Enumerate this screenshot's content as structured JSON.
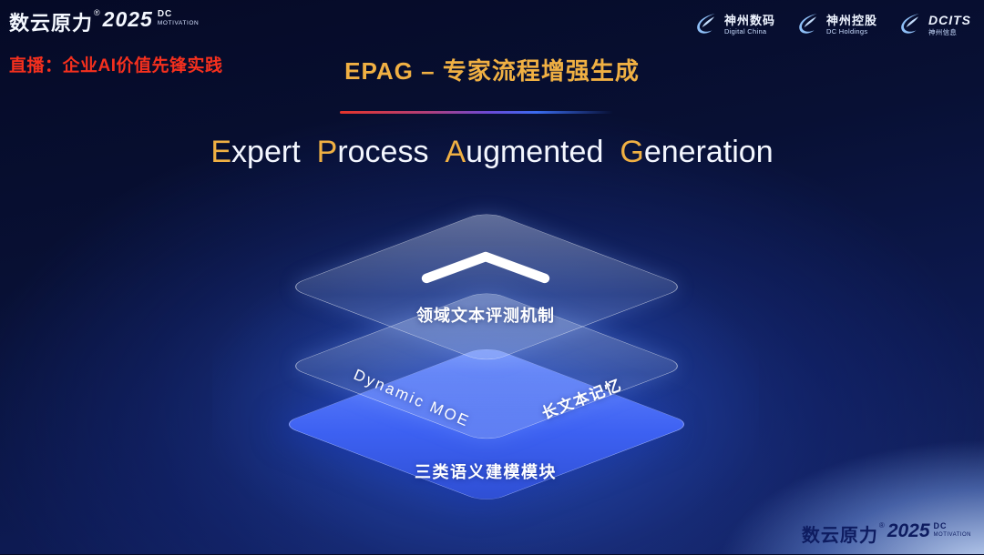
{
  "brand": {
    "name": "数云原力",
    "reg": "®",
    "year": "2025",
    "dc": "DC",
    "motivation": "MOTIVATION"
  },
  "header": {
    "live_label": "直播：企业AI价值先锋实践",
    "title": "EPAG – 专家流程增强生成"
  },
  "partners": [
    {
      "name": "神州数码",
      "subtitle": "Digital China"
    },
    {
      "name": "神州控股",
      "subtitle": "DC Holdings"
    },
    {
      "name": "DCITS",
      "subtitle": "神州信息"
    }
  ],
  "subtitle": {
    "full": "Expert Process Augmented Generation",
    "words": [
      {
        "lead": "E",
        "rest": "xpert"
      },
      {
        "lead": "P",
        "rest": "rocess"
      },
      {
        "lead": "A",
        "rest": "ugmented"
      },
      {
        "lead": "G",
        "rest": "eneration"
      }
    ]
  },
  "diagram": {
    "top_layer_label": "领域文本评测机制",
    "middle_layer_left_label": "Dynamic MOE",
    "middle_layer_right_label": "长文本记忆",
    "bottom_layer_label": "三类语义建模模块"
  },
  "footer": {
    "name": "数云原力",
    "reg": "®",
    "year": "2025",
    "dc": "DC",
    "motivation": "MOTIVATION"
  },
  "icons": {
    "chevron": "chevron-up-icon",
    "partner_logo": "swoosh-icon"
  },
  "colors": {
    "gold": "#f0b043",
    "live_red": "#f5301e",
    "layer_blue": "#3d61f2"
  }
}
